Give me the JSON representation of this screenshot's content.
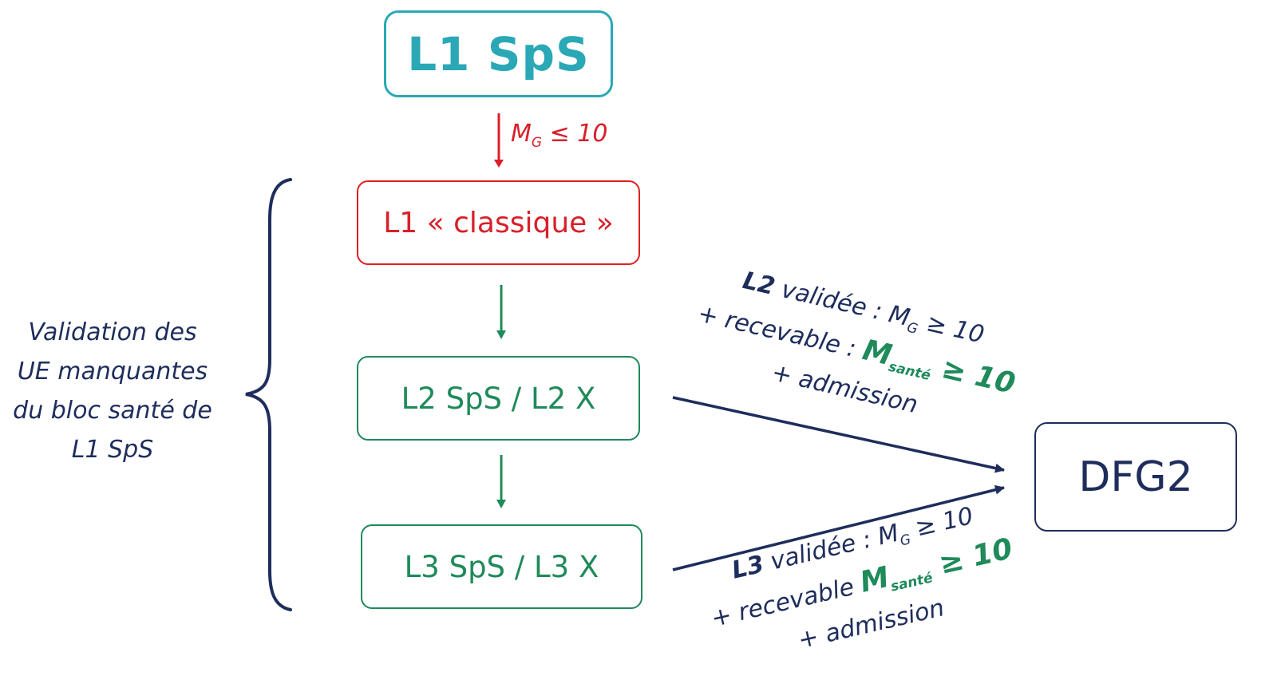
{
  "nodes": {
    "l1_sps": "L1 SpS",
    "l1_classique": "L1 « classique »",
    "l2": "L2 SpS / L2 X",
    "l3": "L3 SpS / L3 X",
    "dfg2": "DFG2"
  },
  "condition_l1": {
    "prefix": "M",
    "sub": "G",
    "rest": " ≤ 10"
  },
  "left_note": {
    "lines": [
      "Validation des",
      "UE manquantes",
      "du bloc santé de",
      "L1 SpS"
    ]
  },
  "condition_l2": {
    "line1_bold": "L2",
    "line1_text": " validée : M",
    "line1_sub": "G",
    "line1_rest": " ≥ 10",
    "line2_text": "+ recevable : ",
    "line2_bold": "M",
    "line2_sub": "santé",
    "line2_rest": " ≥ 10",
    "line3_text": "+ admission"
  },
  "condition_l3": {
    "line1_bold": "L3",
    "line1_text": " validée : M",
    "line1_sub": "G",
    "line1_rest": " ≥ 10",
    "line2_text": "+ recevable ",
    "line2_bold": "M",
    "line2_sub": "santé",
    "line2_rest": " ≥ 10",
    "line3_text": "+ admission"
  },
  "colors": {
    "teal": "#2aa8b6",
    "red": "#d8202a",
    "green": "#1f8a5a",
    "navy": "#1e2d5c"
  }
}
